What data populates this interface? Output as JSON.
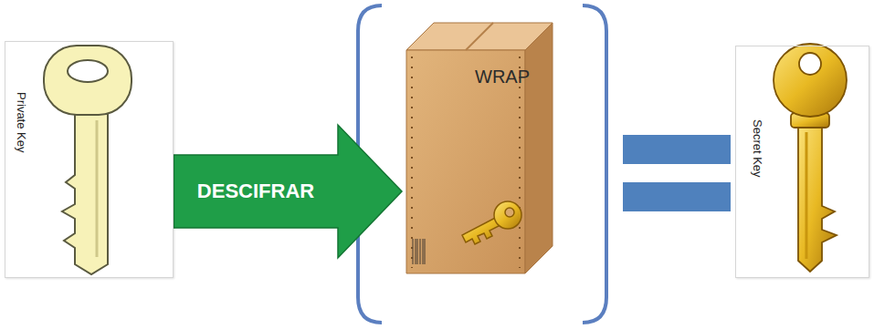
{
  "diagram": {
    "nodes": [
      {
        "text": [
          "Private Key"
        ]
      },
      {
        "text": [
          "WRAP"
        ]
      },
      {
        "text": [
          "Secret Key"
        ]
      }
    ],
    "edges": [
      {
        "from": 0,
        "to": 1,
        "arrow": "to",
        "label": "DESCIFRAR"
      }
    ]
  }
}
